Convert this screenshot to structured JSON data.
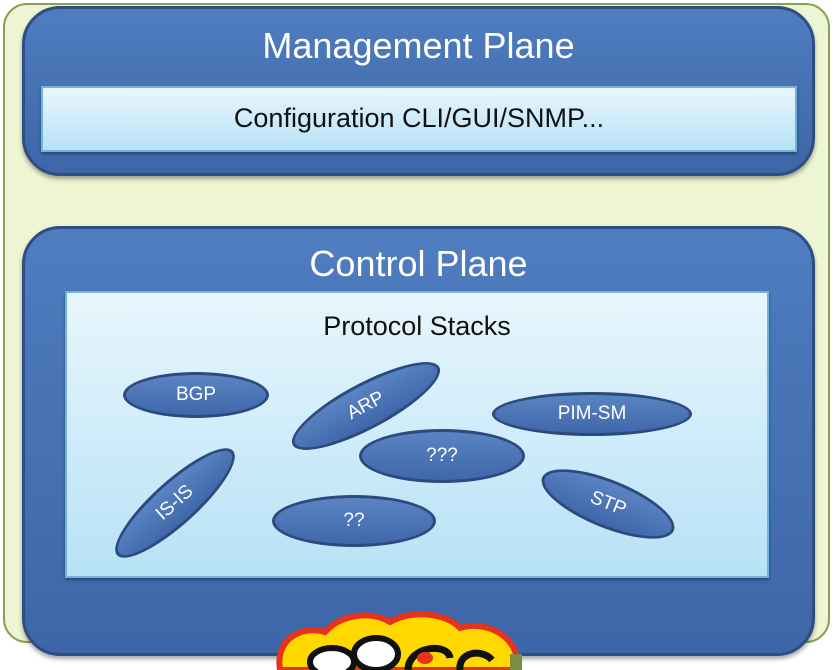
{
  "management_plane": {
    "title": "Management Plane",
    "config_label": "Configuration CLI/GUI/SNMP..."
  },
  "control_plane": {
    "title": "Control Plane",
    "stack_label": "Protocol Stacks",
    "protocols": [
      "BGP",
      "ARP",
      "PIM-SM",
      "???",
      "IS-IS",
      "??",
      "STP"
    ]
  },
  "colors": {
    "outer_fill": "#eef5d2",
    "plane_fill": "#4f7dbf",
    "inner_fill": "#c9ebf9",
    "ellipse_fill": "#4a74b6"
  }
}
